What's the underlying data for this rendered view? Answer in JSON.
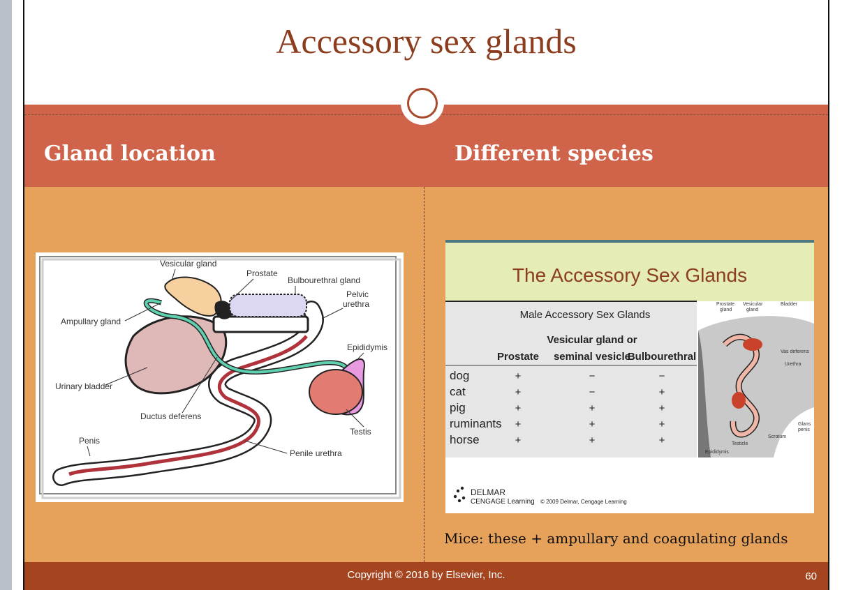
{
  "slide": {
    "title": "Accessory sex glands",
    "left_heading": "Gland location",
    "right_heading": "Different species",
    "caption": "Mice: these + ampullary and coagulating glands",
    "copyright": "Copyright © 2016 by Elsevier, Inc.",
    "page_number": "60"
  },
  "diagram_left": {
    "labels": {
      "vesicular": "Vesicular gland",
      "prostate": "Prostate",
      "bulbourethral": "Bulbourethral gland",
      "pelvic1": "Pelvic",
      "pelvic2": "urethra",
      "ampullary": "Ampullary gland",
      "epididymis": "Epididymis",
      "bladder": "Urinary bladder",
      "ductus": "Ductus deferens",
      "testis": "Testis",
      "penis": "Penis",
      "penile": "Penile urethra"
    }
  },
  "figure_right": {
    "title": "The Accessory Sex Glands",
    "table_title": "Male Accessory Sex Glands",
    "col_vesicular_1": "Vesicular gland or",
    "col_vesicular_2": "seminal vesicle",
    "col_prostate": "Prostate",
    "col_bulbourethral": "Bulbourethral",
    "rows": [
      {
        "species": "dog",
        "prostate": "+",
        "vesicular": "−",
        "bulbourethral": "−"
      },
      {
        "species": "cat",
        "prostate": "+",
        "vesicular": "−",
        "bulbourethral": "+"
      },
      {
        "species": "pig",
        "prostate": "+",
        "vesicular": "+",
        "bulbourethral": "+"
      },
      {
        "species": "ruminants",
        "prostate": "+",
        "vesicular": "+",
        "bulbourethral": "+"
      },
      {
        "species": "horse",
        "prostate": "+",
        "vesicular": "+",
        "bulbourethral": "+"
      }
    ],
    "anatomy_labels": {
      "prostate1": "Prostate",
      "prostate2": "gland",
      "vesicular1": "Vesicular",
      "vesicular2": "gland",
      "bladder": "Bladder",
      "vas": "Vas deferens",
      "urethra": "Urethra",
      "glans1": "Glans",
      "glans2": "penis",
      "scrotum": "Scrotum",
      "testicle": "Testicle",
      "epididymis": "Epididymis"
    },
    "publisher_1": "DELMAR",
    "publisher_2": "CENGAGE Learning",
    "publisher_copyright": "© 2009 Delmar, Cengage Learning"
  },
  "colors": {
    "title": "#8b3d1e",
    "header_band": "#d0644b",
    "body_band": "#e6a25a",
    "footer": "#a4451f",
    "ring": "#a8492b"
  }
}
